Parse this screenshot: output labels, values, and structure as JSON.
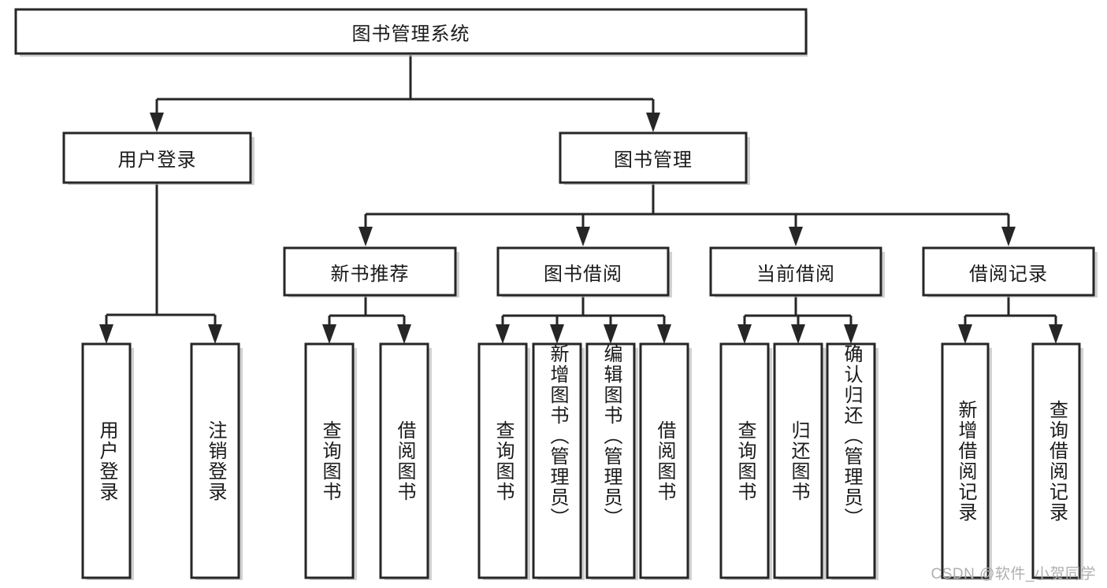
{
  "diagram": {
    "title": "图书管理系统",
    "type": "tree-hierarchy",
    "root": {
      "id": "root",
      "label": "图书管理系统"
    },
    "level2": [
      {
        "id": "user-login",
        "label": "用户登录"
      },
      {
        "id": "book-manage",
        "label": "图书管理"
      }
    ],
    "level3": [
      {
        "id": "new-book-rec",
        "label": "新书推荐",
        "parent": "book-manage"
      },
      {
        "id": "book-borrow",
        "label": "图书借阅",
        "parent": "book-manage"
      },
      {
        "id": "current-borrow",
        "label": "当前借阅",
        "parent": "book-manage"
      },
      {
        "id": "borrow-record",
        "label": "借阅记录",
        "parent": "book-manage"
      }
    ],
    "leaves": {
      "user-login": [
        {
          "id": "leaf-user-login",
          "label": "用户登录"
        },
        {
          "id": "leaf-logout",
          "label": "注销登录"
        }
      ],
      "new-book-rec": [
        {
          "id": "leaf-query-book-1",
          "label": "查询图书"
        },
        {
          "id": "leaf-borrow-book-1",
          "label": "借阅图书"
        }
      ],
      "book-borrow": [
        {
          "id": "leaf-query-book-2",
          "label": "查询图书"
        },
        {
          "id": "leaf-add-book",
          "label": "新增图书（管理员）"
        },
        {
          "id": "leaf-edit-book",
          "label": "编辑图书（管理员）"
        },
        {
          "id": "leaf-borrow-book-2",
          "label": "借阅图书"
        }
      ],
      "current-borrow": [
        {
          "id": "leaf-query-book-3",
          "label": "查询图书"
        },
        {
          "id": "leaf-return-book",
          "label": "归还图书"
        },
        {
          "id": "leaf-confirm-return",
          "label": "确认归还（管理员）"
        }
      ],
      "borrow-record": [
        {
          "id": "leaf-add-record",
          "label": "新增借阅记录"
        },
        {
          "id": "leaf-query-record",
          "label": "查询借阅记录"
        }
      ]
    }
  },
  "watermark": {
    "text": "CSDN @软件_小贺同学"
  },
  "colors": {
    "stroke": "#262626",
    "fill": "#ffffff",
    "text": "#1a1a1a",
    "watermark": "#b0b0b0",
    "shadow": "#b8b8b8"
  }
}
